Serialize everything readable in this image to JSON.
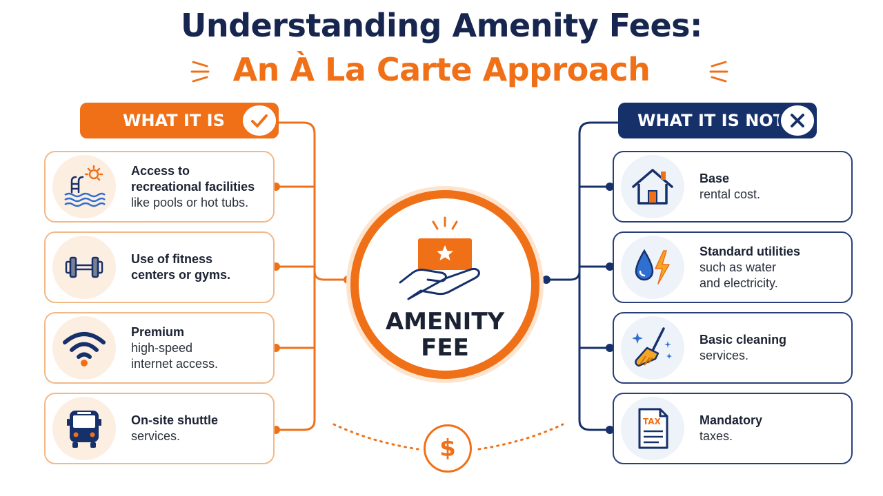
{
  "title": {
    "line1": "Understanding Amenity Fees:",
    "line2": "An À La Carte Approach"
  },
  "center": {
    "label_line1": "AMENITY",
    "label_line2": "FEE",
    "bottom_symbol": "$"
  },
  "left_column": {
    "header": "WHAT IT IS",
    "items": [
      {
        "bold": "Access to",
        "rest": [
          "recreational facilities",
          "like pools or hot tubs."
        ],
        "icon": "pool-icon"
      },
      {
        "bold": "Use of fitness",
        "rest": [
          "centers or gyms."
        ],
        "icon": "dumbbell-icon"
      },
      {
        "bold": "Premium",
        "rest": [
          "high-speed",
          "internet access."
        ],
        "icon": "wifi-icon"
      },
      {
        "bold": "On-site shuttle",
        "rest": [
          "services."
        ],
        "icon": "bus-icon"
      }
    ]
  },
  "right_column": {
    "header": "WHAT IT IS NOT",
    "items": [
      {
        "bold": "Base",
        "rest": [
          "rental cost."
        ],
        "icon": "house-icon"
      },
      {
        "bold": "Standard utilities",
        "rest": [
          "such as water",
          "and electricity."
        ],
        "icon": "utilities-icon"
      },
      {
        "bold": "Basic cleaning",
        "rest": [
          "services."
        ],
        "icon": "broom-icon"
      },
      {
        "bold": "Mandatory",
        "rest": [
          "taxes."
        ],
        "icon": "tax-document-icon",
        "icon_text": "TAX"
      }
    ]
  },
  "colors": {
    "orange": "#f07018",
    "navy": "#16306a",
    "title_navy": "#17264f"
  }
}
